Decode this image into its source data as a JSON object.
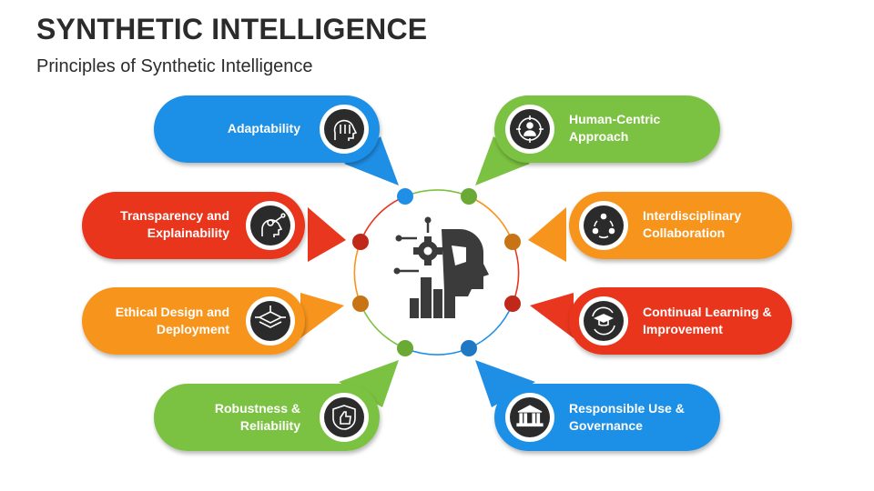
{
  "header": {
    "title": "SYNTHETIC INTELLIGENCE",
    "subtitle": "Principles of Synthetic Intelligence"
  },
  "colors": {
    "blue": "#1f8fe6",
    "green": "#7cc242",
    "red": "#e8361f",
    "orange": "#f7941d",
    "dark": "#3b3b3b"
  },
  "principles": {
    "adaptability": {
      "lines": [
        "Adaptability"
      ],
      "icon": "adaptive-brain-icon"
    },
    "transparency": {
      "lines": [
        "Transparency and",
        "Explainability"
      ],
      "icon": "neural-head-icon"
    },
    "ethical": {
      "lines": [
        "Ethical Design and",
        "Deployment"
      ],
      "icon": "layers-network-icon"
    },
    "robustness": {
      "lines": [
        "Robustness &",
        "Reliability"
      ],
      "icon": "shield-thumbs-up-icon"
    },
    "human": {
      "lines": [
        "Human-Centric",
        "Approach"
      ],
      "icon": "target-person-icon"
    },
    "interdisciplinary": {
      "lines": [
        "Interdisciplinary",
        "Collaboration"
      ],
      "icon": "team-cycle-icon"
    },
    "continual": {
      "lines": [
        "Continual Learning &",
        "Improvement"
      ],
      "icon": "graduation-cycle-icon"
    },
    "responsible": {
      "lines": [
        "Responsible Use &",
        "Governance"
      ],
      "icon": "government-building-icon"
    }
  },
  "center": {
    "icon": "ai-robot-head-icon"
  }
}
